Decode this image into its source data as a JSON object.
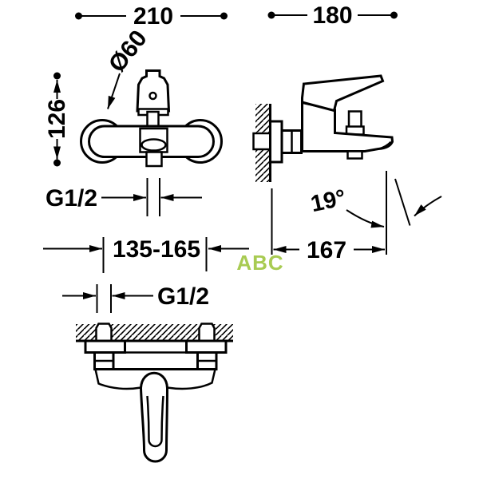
{
  "canvas": {
    "background": "#ffffff",
    "line_color": "#000000"
  },
  "watermark": {
    "text": "ABC",
    "color": "#a8cb52"
  },
  "dimensions": {
    "front_width": "210",
    "depth": "180",
    "height": "126",
    "escutcheon_diameter": "Ø60",
    "outlet_thread": "G1/2",
    "supply_centers_range": "135-165",
    "spout_reach": "167",
    "spout_angle": "19°",
    "supply_thread": "G1/2"
  }
}
